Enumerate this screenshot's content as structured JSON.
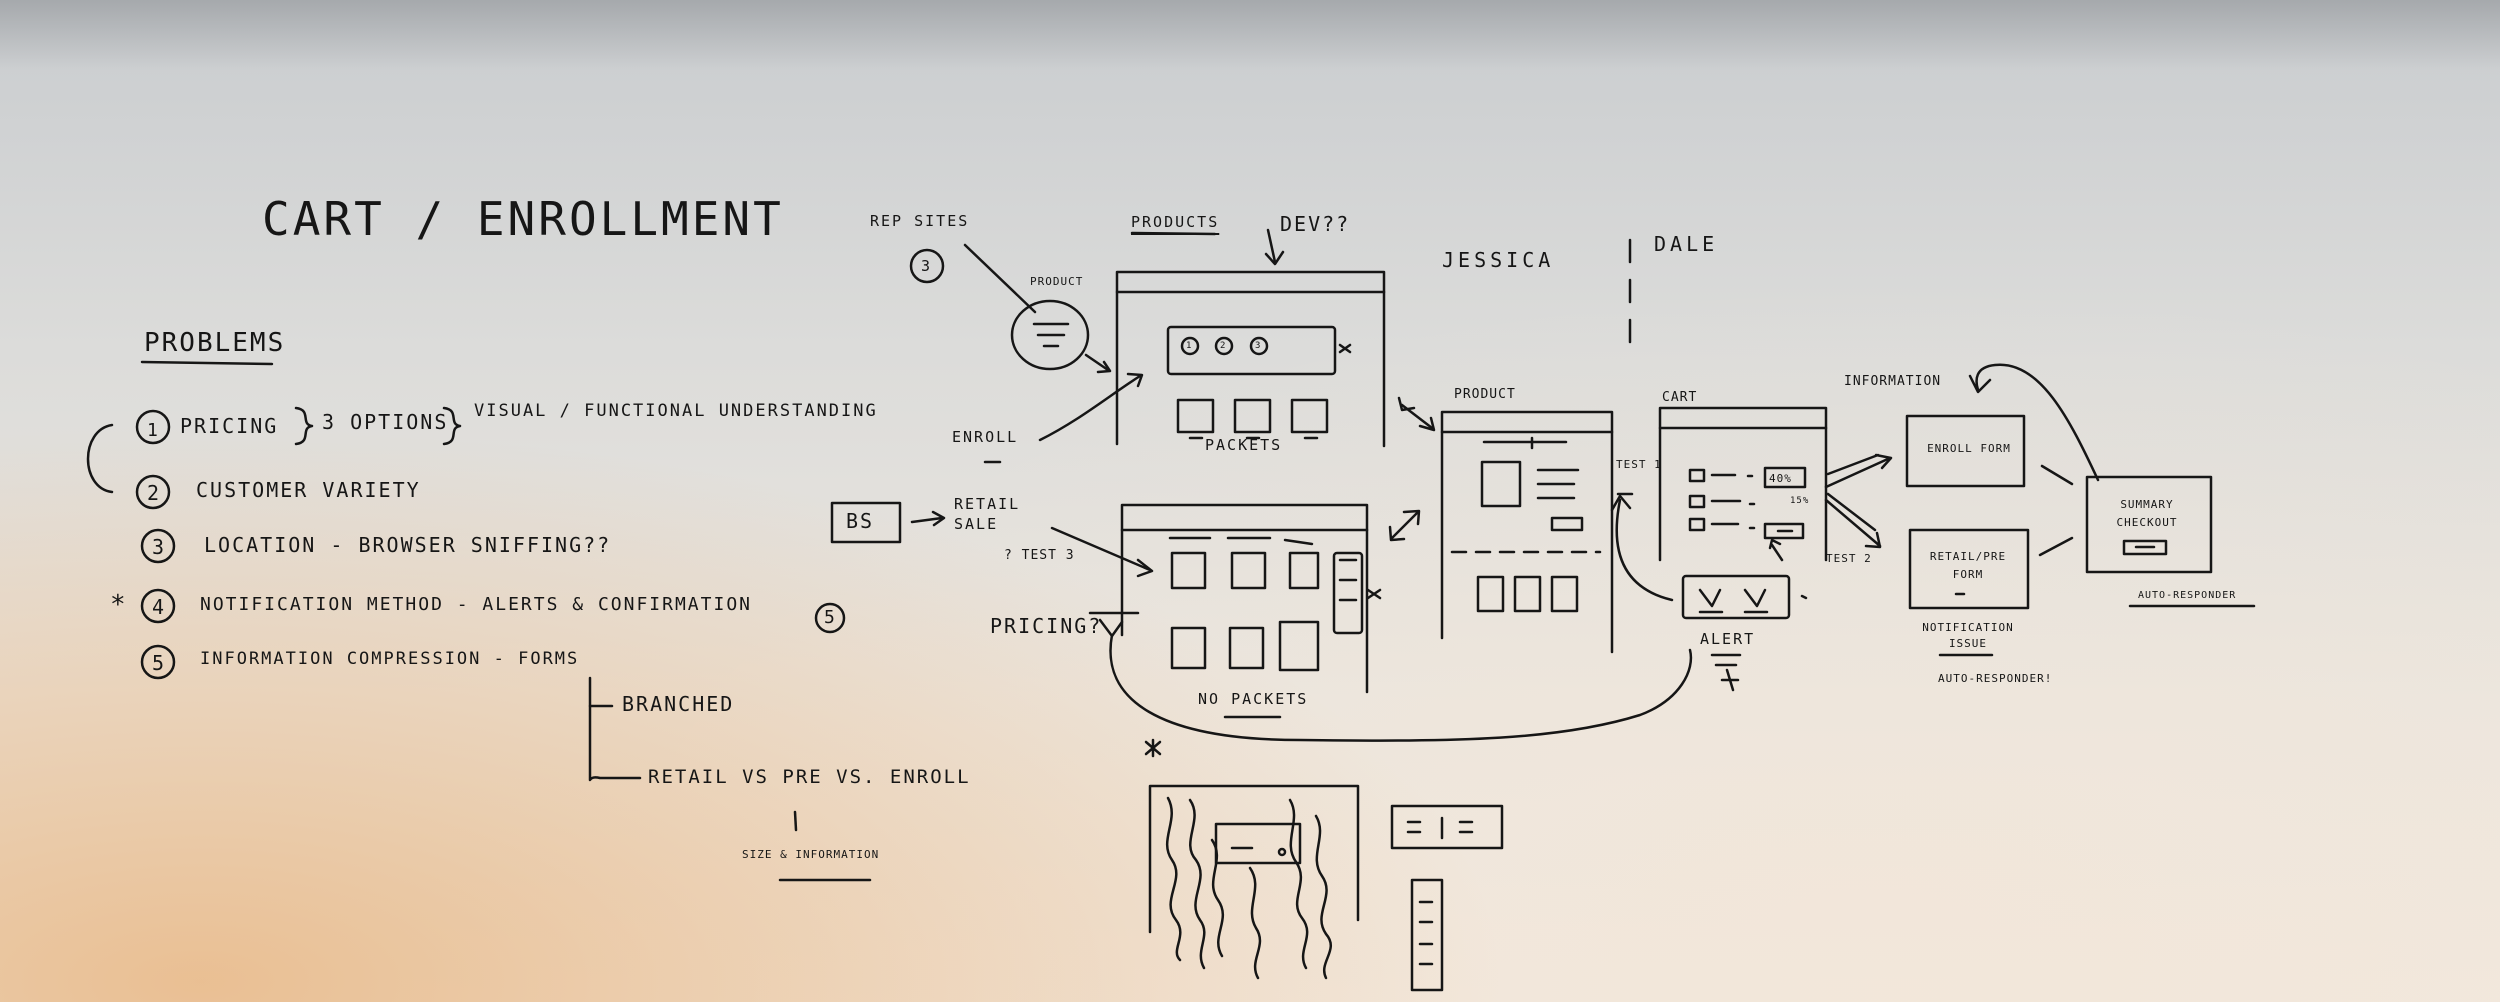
{
  "board_title": "CART / ENROLLMENT",
  "problems": {
    "heading": "PROBLEMS",
    "items": [
      {
        "num": "1",
        "text": "PRICING"
      },
      {
        "num": "2",
        "text": "CUSTOMER VARIETY"
      },
      {
        "num": "3",
        "text": "LOCATION - BROWSER SNIFFING??"
      },
      {
        "num": "4",
        "text": "NOTIFICATION METHOD - ALERTS & CONFIRMATION"
      },
      {
        "num": "5",
        "text": "INFORMATION COMPRESSION - FORMS"
      }
    ],
    "pricing_note": "3 OPTIONS",
    "pricing_result": "VISUAL / FUNCTIONAL UNDERSTANDING",
    "star": "*",
    "confirmation_ref": "5",
    "branch_1": "BRANCHED",
    "branch_2": "RETAIL VS PRE VS. ENROLL",
    "sub_note": "SIZE & INFORMATION"
  },
  "flow": {
    "rep_sites": "REP SITES",
    "rep_sites_num": "3",
    "product_small": "PRODUCT",
    "products": "PRODUCTS",
    "dev": "DEV??",
    "enroll": "ENROLL",
    "packets": "PACKETS",
    "bs": "BS",
    "retail_sale": "RETAIL SALE",
    "test_3": "? TEST 3",
    "pricing_q": "PRICING?",
    "no_packets": "NO PACKETS",
    "jessica": "JESSICA",
    "dale": "DALE",
    "product": "PRODUCT",
    "cart": "CART",
    "test_1": "TEST 1",
    "test_2": "TEST 2",
    "alert": "ALERT",
    "information": "INFORMATION",
    "enroll_form": "ENROLL FORM",
    "retail_pre_form": "RETAIL/PRE FORM",
    "summary_checkout": "SUMMARY CHECKOUT",
    "auto_responder": "AUTO-RESPONDER",
    "notification_issue": "NOTIFICATION ISSUE",
    "auto_responder_2": "AUTO-RESPONDER!",
    "discount_40": "40%",
    "discount_15": "15%",
    "cart_option_ids": [
      "1",
      "2",
      "3"
    ]
  },
  "colors": {
    "ink": "#161616",
    "board_top": "#c9cccf",
    "board_bottom": "#f1e8de"
  }
}
